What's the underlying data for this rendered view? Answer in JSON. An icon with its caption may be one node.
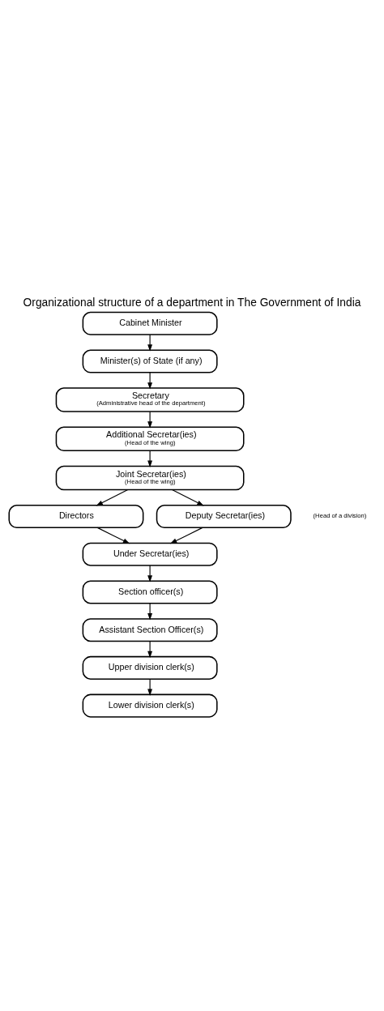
{
  "diagram": {
    "title": "Organizational structure of a department in The Government of India",
    "nodes": [
      {
        "text": [
          "Cabinet Minister"
        ]
      },
      {
        "text": [
          "Minister(s) of State (if any)"
        ]
      },
      {
        "text": [
          "Secretary",
          "(Administrative head of the department)"
        ]
      },
      {
        "text": [
          "Additional Secretar(ies)",
          "(Head of the wing)"
        ]
      },
      {
        "text": [
          "Joint Secretar(ies)",
          "(Head of the wing)"
        ]
      },
      {
        "text": [
          "Directors"
        ]
      },
      {
        "text": [
          "Deputy Secretar(ies)"
        ]
      },
      {
        "text": [
          "Under Secretar(ies)"
        ]
      },
      {
        "text": [
          "Section officer(s)"
        ]
      },
      {
        "text": [
          "Assistant Section Officer(s)"
        ]
      },
      {
        "text": [
          "Upper division clerk(s)"
        ]
      },
      {
        "text": [
          "Lower division clerk(s)"
        ]
      }
    ],
    "edges": [
      {
        "from": 0,
        "to": 1,
        "arrow": "to"
      },
      {
        "from": 1,
        "to": 2,
        "arrow": "to"
      },
      {
        "from": 2,
        "to": 3,
        "arrow": "to"
      },
      {
        "from": 3,
        "to": 4,
        "arrow": "to"
      },
      {
        "from": 4,
        "to": 5,
        "arrow": "to"
      },
      {
        "from": 4,
        "to": 6,
        "arrow": "to"
      },
      {
        "from": 5,
        "to": 7,
        "arrow": "to"
      },
      {
        "from": 6,
        "to": 7,
        "arrow": "to"
      },
      {
        "from": 7,
        "to": 8,
        "arrow": "to"
      },
      {
        "from": 8,
        "to": 9,
        "arrow": "to"
      },
      {
        "from": 9,
        "to": 10,
        "arrow": "to"
      },
      {
        "from": 10,
        "to": 11,
        "arrow": "to"
      }
    ],
    "labels": [
      "(Head of a division)"
    ]
  }
}
